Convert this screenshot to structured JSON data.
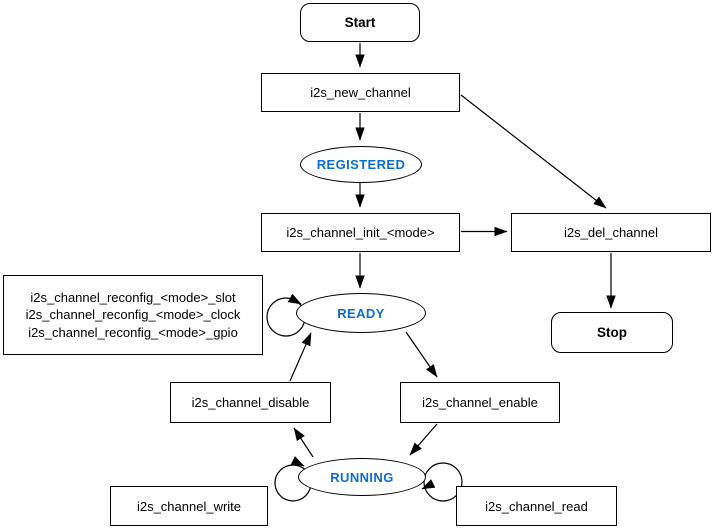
{
  "diagram": {
    "nodes": {
      "start": {
        "label": "Start"
      },
      "new_channel": {
        "label": "i2s_new_channel"
      },
      "registered": {
        "label": "REGISTERED"
      },
      "init": {
        "label": "i2s_channel_init_<mode>"
      },
      "del_channel": {
        "label": "i2s_del_channel"
      },
      "stop": {
        "label": "Stop"
      },
      "reconfig": {
        "lines": [
          "i2s_channel_reconfig_<mode>_slot",
          "i2s_channel_reconfig_<mode>_clock",
          "i2s_channel_reconfig_<mode>_gpio"
        ]
      },
      "ready": {
        "label": "READY"
      },
      "disable": {
        "label": "i2s_channel_disable"
      },
      "enable": {
        "label": "i2s_channel_enable"
      },
      "running": {
        "label": "RUNNING"
      },
      "write": {
        "label": "i2s_channel_write"
      },
      "read": {
        "label": "i2s_channel_read"
      }
    },
    "colors": {
      "state_text": "#0D6ECF",
      "line": "#000000",
      "node_text": "#000000",
      "background": "#FFFFFF"
    }
  }
}
